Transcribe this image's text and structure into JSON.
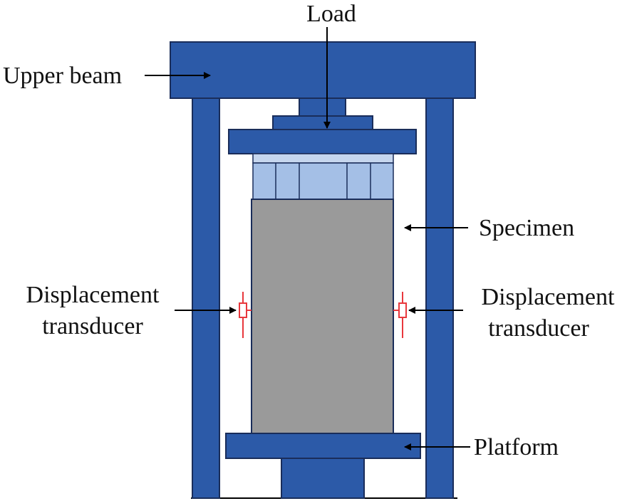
{
  "labels": {
    "load": "Load",
    "upper_beam": "Upper beam",
    "specimen": "Specimen",
    "displacement_transducer_left_line1": "Displacement",
    "displacement_transducer_left_line2": "transducer",
    "displacement_transducer_right_line1": "Displacement",
    "displacement_transducer_right_line2": "transducer",
    "platform": "Platform"
  },
  "colors": {
    "frame_blue": "#2c5aa8",
    "frame_outline": "#1a2d5a",
    "loading_plate_light_blue": "#a4bfe6",
    "specimen_gray": "#9a9a9a",
    "transducer_red": "#e8383d",
    "arrow_black": "#000000"
  }
}
